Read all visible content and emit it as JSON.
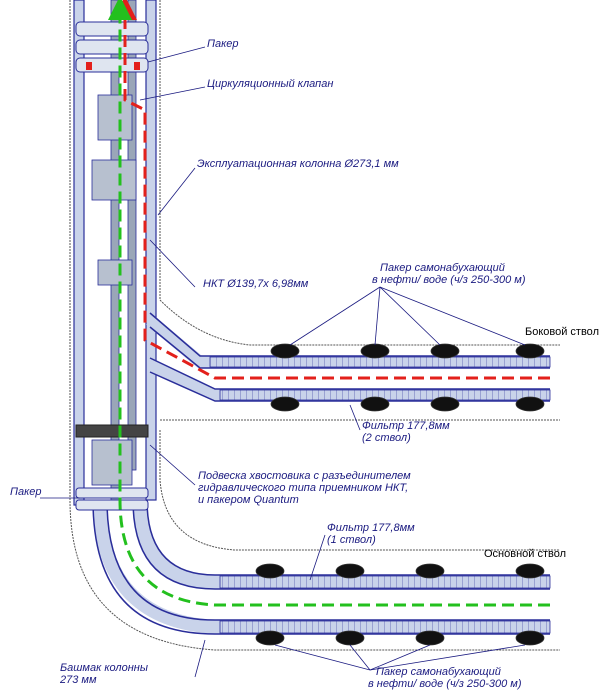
{
  "labels": {
    "packer_top": "Пакер",
    "circ_valve": "Циркуляционный клапан",
    "prod_casing": "Эксплуатационная колонна Ø273,1 мм",
    "tubing": "НКТ Ø139,7х 6,98мм",
    "swell_packer_top_l1": "Пакер самонабухающий",
    "swell_packer_top_l2": "в нефти/ воде (ч/з 250-300 м)",
    "side_bore": "Боковой ствол",
    "filter2_l1": "Фильтр 177,8мм",
    "filter2_l2": "(2 ствол)",
    "hanger_l1": "Подвеска хвостовика с разъединителем",
    "hanger_l2": "гидравлического типа приемником НКТ,",
    "hanger_l3": "и пакером Quantum",
    "packer_low": "Пакер",
    "filter1_l1": "Фильтр 177,8мм",
    "filter1_l2": "(1 ствол)",
    "main_bore": "Основной ствол",
    "shoe_l1": "Башмак колонны",
    "shoe_l2": "273 мм",
    "swell_packer_bot_l1": "Пакер самонабухающий",
    "swell_packer_bot_l2": "в нефти/ воде (ч/з 250-300 м)"
  },
  "colors": {
    "casing": "#2a2e9a",
    "casing_fill": "#c9d3ea",
    "steel": "#9aa6b8",
    "formation": "#f2f2f2",
    "packer_dark": "#111111",
    "flow_red": "#e3201b",
    "flow_green": "#23c01e",
    "label_text": "#1a1a80",
    "leader": "#1a1a80"
  }
}
